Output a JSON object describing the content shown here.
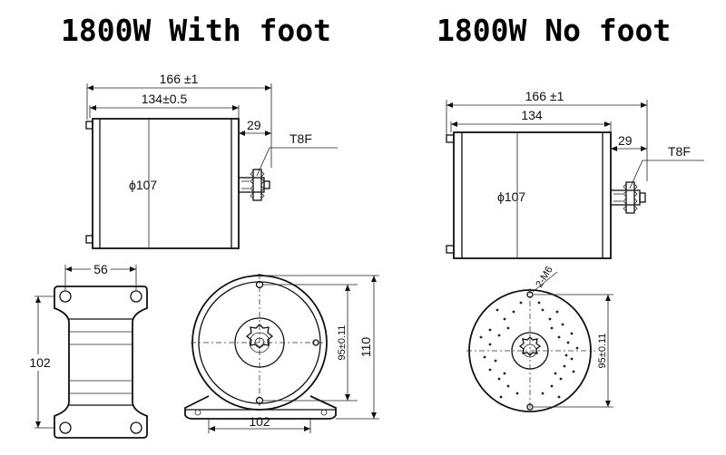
{
  "titles": {
    "left": "1800W With foot",
    "right": "1800W No foot"
  },
  "with_foot": {
    "side": {
      "overall": "166 ±1",
      "body": "134±0.5",
      "shaft": "29",
      "sprocket": "T8F",
      "diameter": "ϕ107"
    },
    "foot": {
      "hole_spacing": "56",
      "length": "102"
    },
    "front": {
      "bolt_spacing": "95±0.11",
      "height": "110",
      "base_width": "102"
    }
  },
  "no_foot": {
    "side": {
      "overall": "166 ±1",
      "body": "134",
      "shaft": "29",
      "sprocket": "T8F",
      "diameter": "ϕ107"
    },
    "front": {
      "holes": "2-M6",
      "bolt_spacing": "95±0.11"
    }
  }
}
